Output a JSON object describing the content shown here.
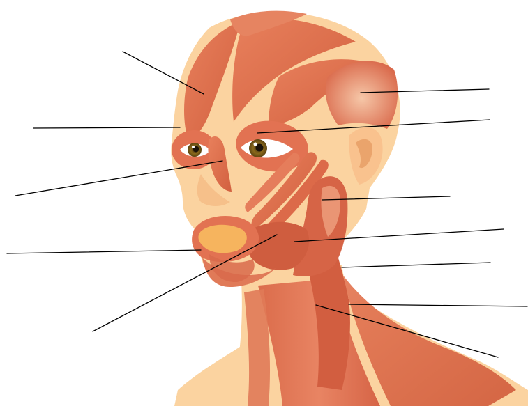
{
  "diagram": {
    "subject": "head-and-neck-muscles",
    "colors": {
      "background": "#ffffff",
      "skin": "#FBD3A0",
      "skin_shadow": "#F2B87E",
      "muscle": "#E0714F",
      "muscle_dark": "#C85538",
      "muscle_light": "#F29A79",
      "iris": "#8A6A1C",
      "pupil": "#1a1208",
      "sclera": "#ffffff",
      "lips": "#F6B45E",
      "leader_line": "#000000"
    },
    "leader_lines": [
      {
        "id": "frontalis"
      },
      {
        "id": "orbicularis-oculi-left"
      },
      {
        "id": "nasalis"
      },
      {
        "id": "orbicularis-oris"
      },
      {
        "id": "zygomaticus"
      },
      {
        "id": "temporalis"
      },
      {
        "id": "orbicularis-oculi-right"
      },
      {
        "id": "masseter"
      },
      {
        "id": "buccinator"
      },
      {
        "id": "sternocleidomastoid"
      },
      {
        "id": "trapezius"
      },
      {
        "id": "platysma"
      }
    ]
  }
}
